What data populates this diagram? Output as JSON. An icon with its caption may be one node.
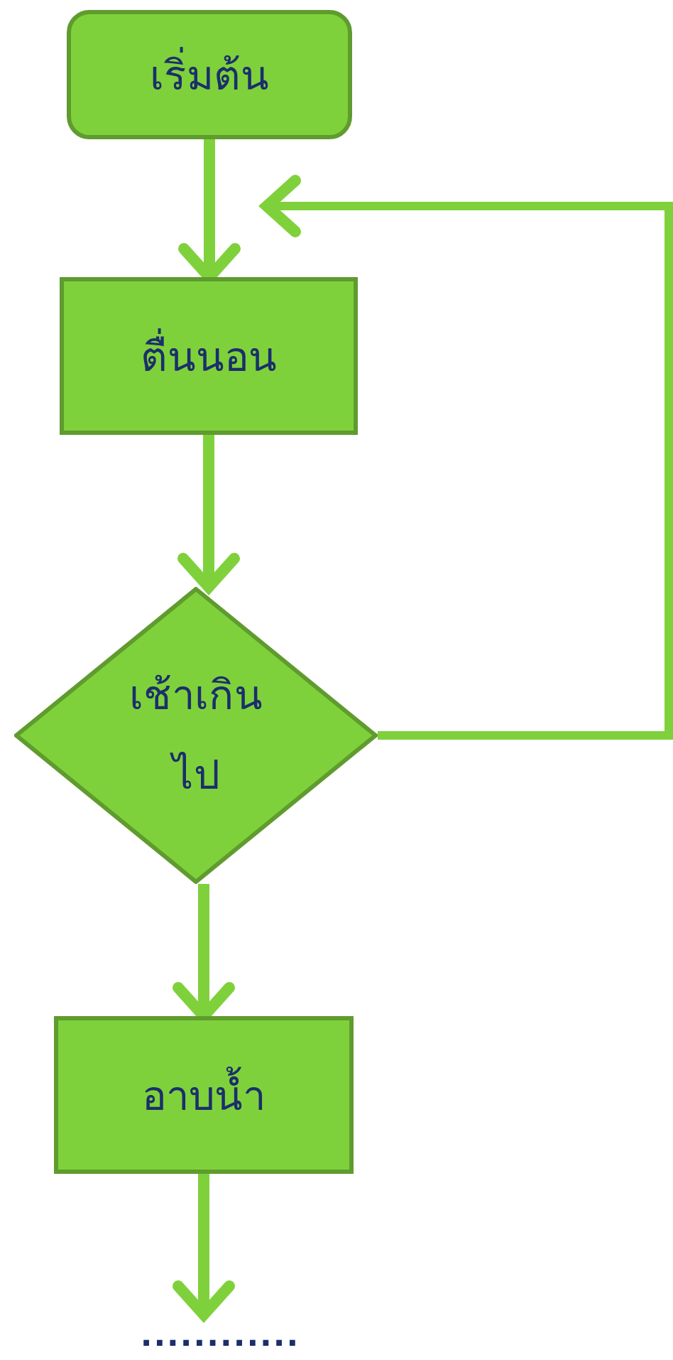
{
  "diagram": {
    "nodes": [
      {
        "text": [
          "เริ่มต้น"
        ]
      },
      {
        "text": [
          "ตื่นนอน"
        ]
      },
      {
        "text": [
          "เช้าเกินไป"
        ]
      },
      {
        "text": [
          "อาบน้ำ"
        ]
      },
      {
        "text": [
          "............"
        ]
      }
    ],
    "edges": [
      {
        "from": 0,
        "to": 1,
        "arrow": "to"
      },
      {
        "from": 1,
        "to": 2,
        "arrow": "to"
      },
      {
        "from": 2,
        "to": null,
        "arrow": "to"
      },
      {
        "from": 2,
        "to": 3,
        "arrow": "to"
      },
      {
        "from": 3,
        "to": 4,
        "arrow": "to"
      }
    ]
  }
}
